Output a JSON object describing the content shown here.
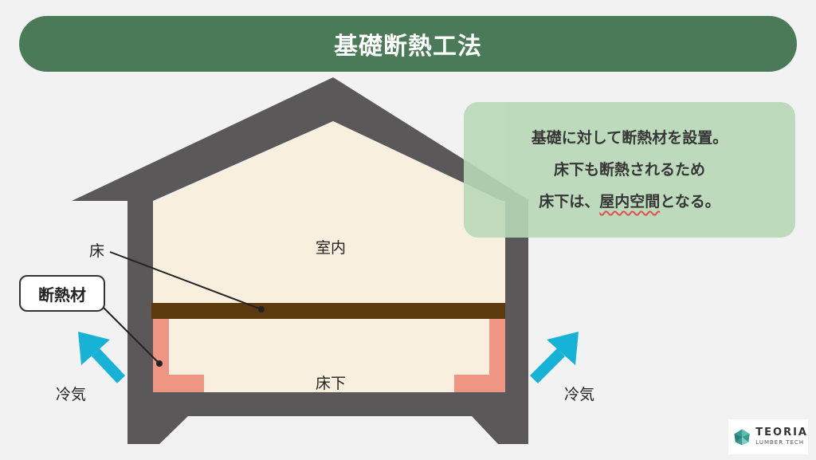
{
  "title": "基礎断熱工法",
  "callout": {
    "line1": "基礎に対して断熱材を設置。",
    "line2": "床下も断熱されるため",
    "line3_prefix": "床下は、",
    "line3_emphasis": "屋内空間",
    "line3_suffix": "となる。"
  },
  "labels": {
    "room": "室内",
    "underfloor": "床下",
    "floor": "床",
    "insulation": "断熱材",
    "cold_air_left": "冷気",
    "cold_air_right": "冷気"
  },
  "logo": {
    "name": "TEORIA",
    "sub": "LUMBER TECH"
  },
  "colors": {
    "title_bg": "#4a7a58",
    "house_frame": "#5a5858",
    "interior": "#f8efdf",
    "floor_beam": "#5c3a0e",
    "insulation": "#ee9583",
    "arrow": "#16b3d6",
    "callout_bg": "#b8d8b8",
    "wavy_underline": "#e23b3b"
  },
  "icons": {
    "arrow_left": "arrow-up-left-icon",
    "arrow_right": "arrow-up-right-icon",
    "logo": "teoria-logo-icon"
  }
}
